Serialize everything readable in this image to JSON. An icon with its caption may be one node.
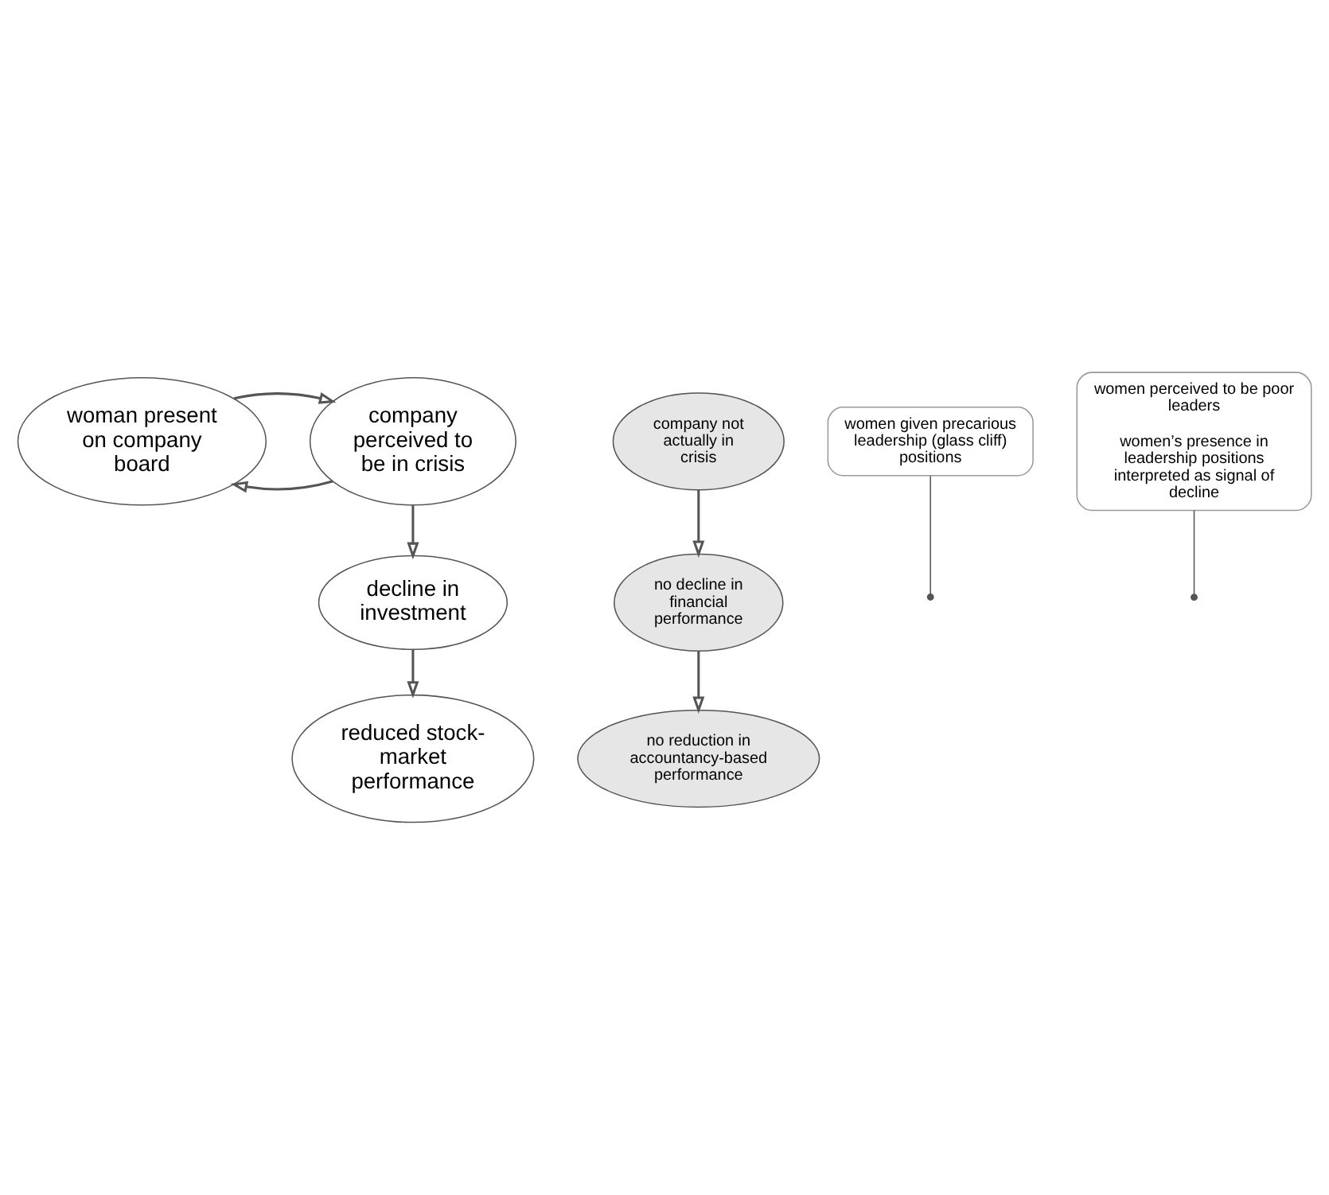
{
  "diagram": {
    "nodes": [
      {
        "text": [
          "woman present on company board"
        ]
      },
      {
        "text": [
          "company perceived to be in crisis"
        ]
      },
      {
        "text": [
          "company not actually in crisis"
        ]
      },
      {
        "text": [
          "decline in investment"
        ]
      },
      {
        "text": [
          "no decline in financial performance"
        ]
      },
      {
        "text": [
          "reduced stock-market performance"
        ]
      },
      {
        "text": [
          "no reduction in accountancy-based performance"
        ]
      },
      {
        "text": [
          "women given precarious leadership (glass cliff) positions"
        ]
      },
      {
        "text": [
          "women perceived to be poor leaders",
          "women’s presence in leadership positions interpreted as signal of decline"
        ]
      }
    ],
    "edges": [
      {
        "from": 1,
        "to": 0,
        "arrow": "to"
      },
      {
        "from": 0,
        "to": 1,
        "arrow": "to"
      },
      {
        "from": 7,
        "to": null,
        "arrow": "other"
      },
      {
        "from": 8,
        "to": null,
        "arrow": "other"
      },
      {
        "from": 1,
        "to": 3,
        "arrow": "to"
      },
      {
        "from": 3,
        "to": 5,
        "arrow": "to"
      },
      {
        "from": 2,
        "to": 4,
        "arrow": "to"
      },
      {
        "from": 4,
        "to": 6,
        "arrow": "to"
      }
    ]
  }
}
